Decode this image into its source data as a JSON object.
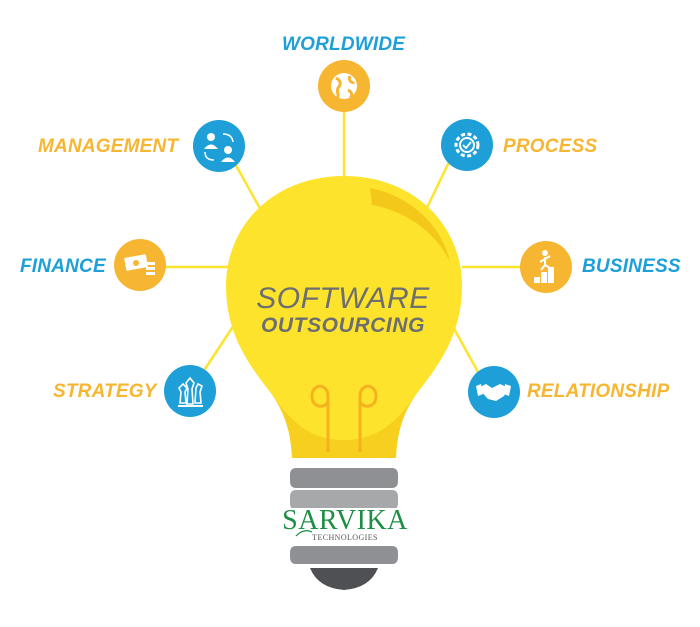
{
  "center": {
    "line1": "SOFTWARE",
    "line2": "OUTSOURCING"
  },
  "brand": {
    "name": "SARVIKA",
    "tagline": "TECHNOLOGIES"
  },
  "labels": {
    "worldwide": "WORLDWIDE",
    "management": "MANAGEMENT",
    "process": "PROCESS",
    "finance": "FINANCE",
    "business": "BUSINESS",
    "strategy": "STRATEGY",
    "relationship": "RELATIONSHIP"
  },
  "colors": {
    "bulb": "#fde32c",
    "bulb_shadow": "#f3c81a",
    "blue": "#1e9fd8",
    "orange": "#f6b632",
    "base": "#8e9093",
    "text_gray": "#6d6e70",
    "brand_green": "#1d8f45"
  },
  "icons": {
    "worldwide": "globe-icon",
    "management": "team-exchange-icon",
    "process": "gear-process-icon",
    "finance": "money-icon",
    "business": "stairs-climber-icon",
    "strategy": "chess-icon",
    "relationship": "handshake-icon"
  }
}
